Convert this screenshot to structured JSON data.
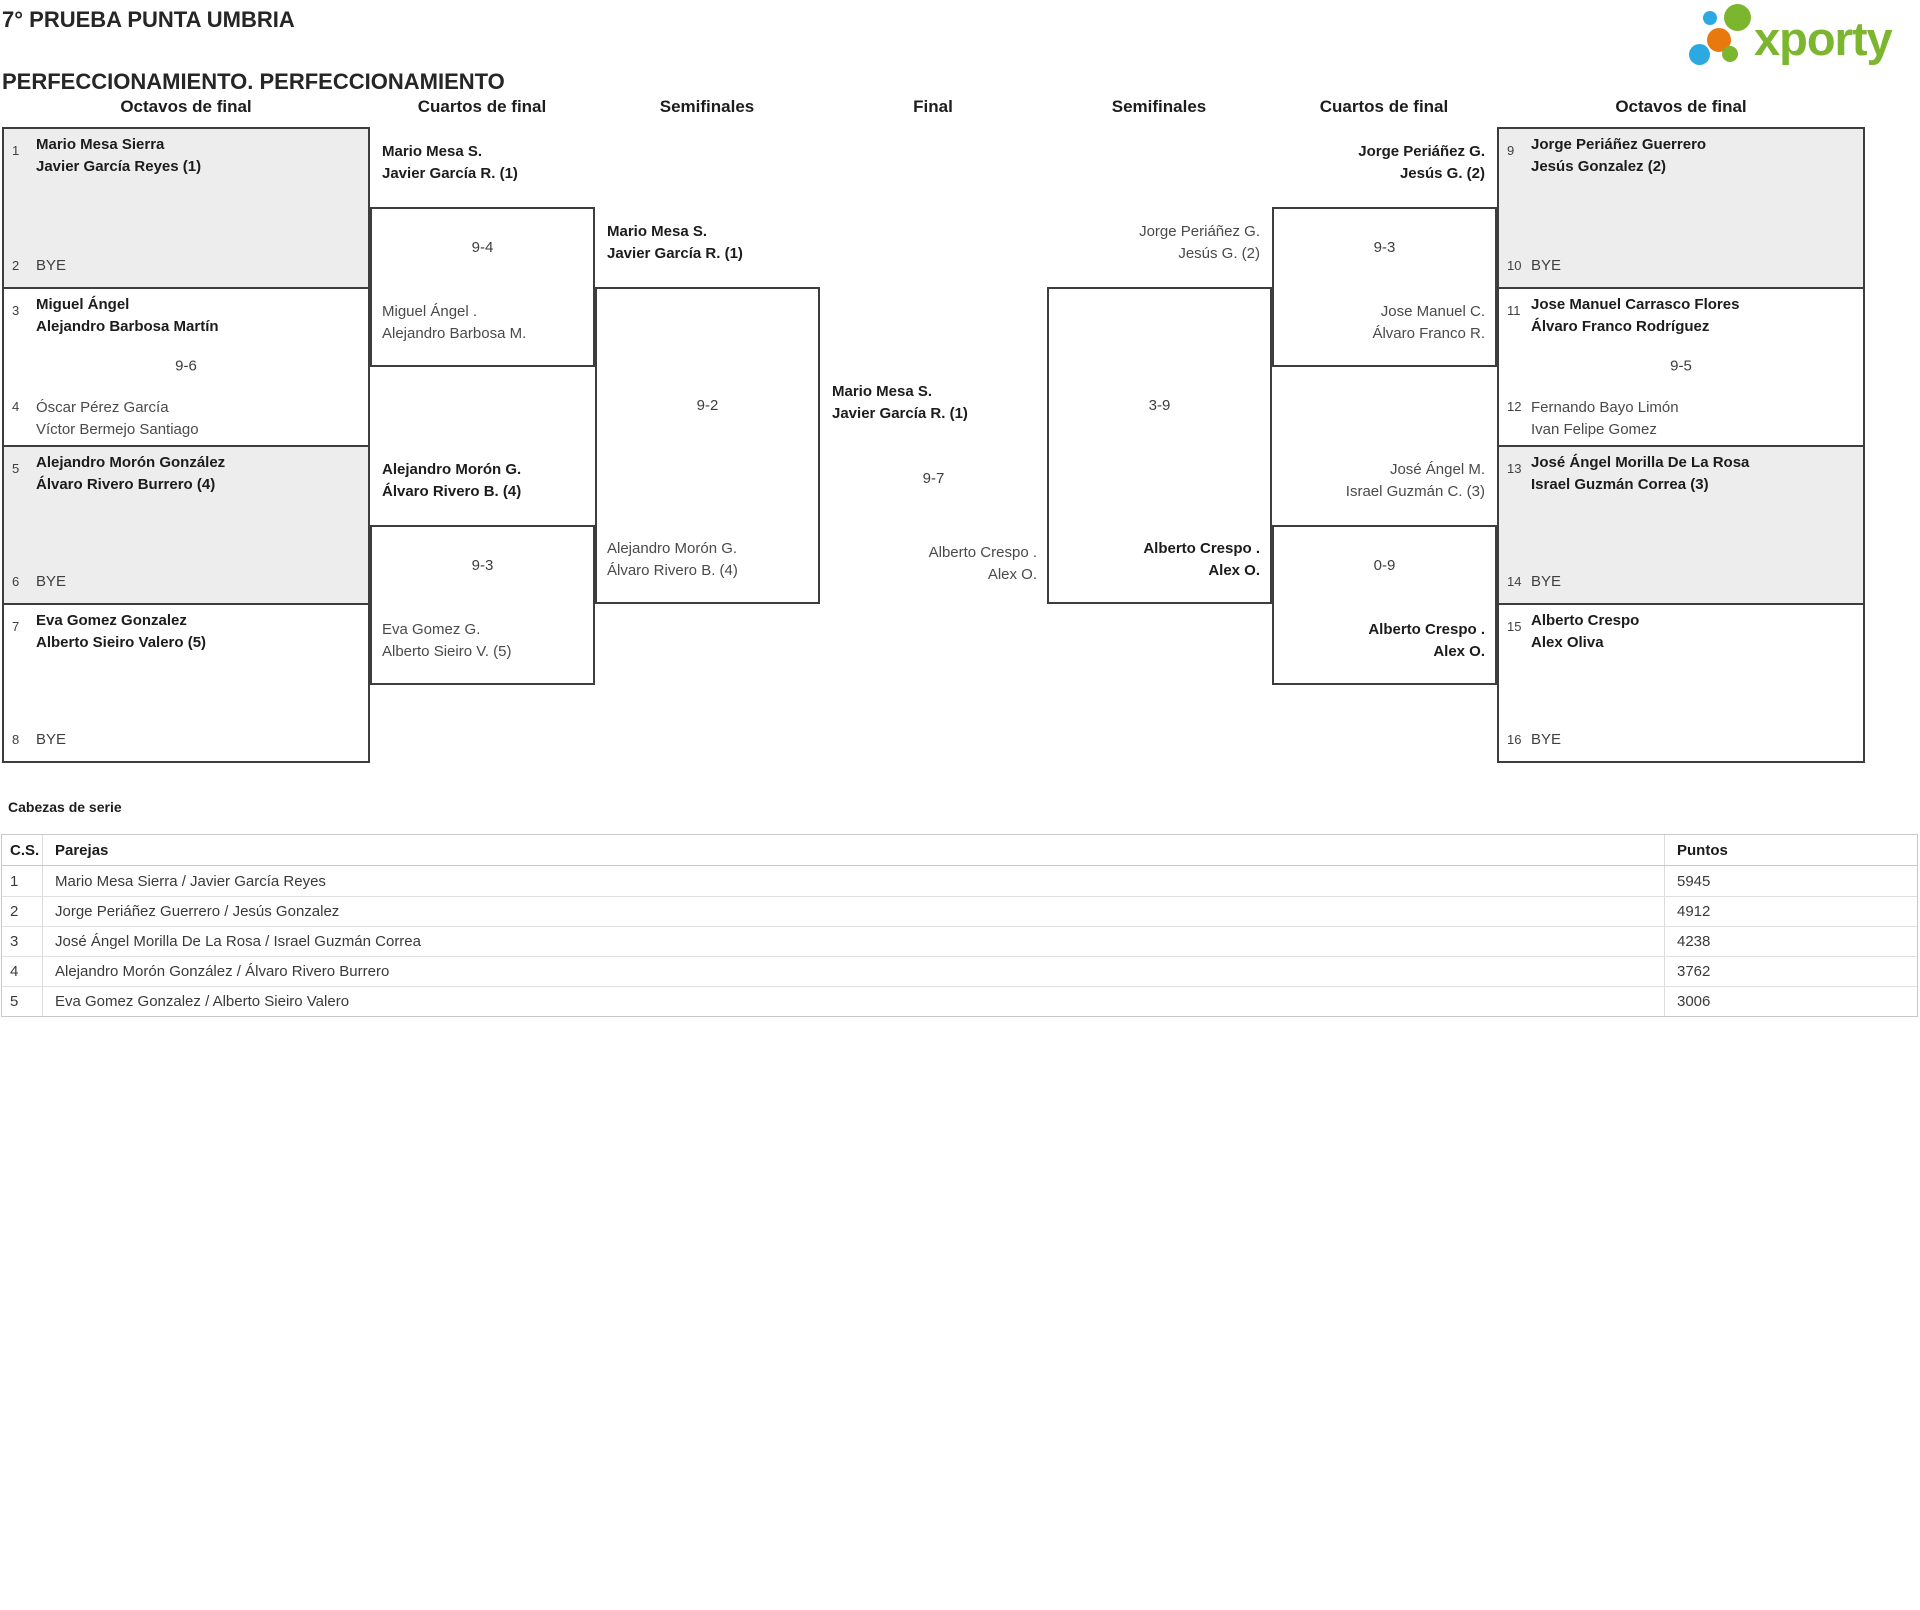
{
  "title": {
    "line1": "7° PRUEBA PUNTA UMBRIA",
    "line2": "PERFECCIONAMIENTO. PERFECCIONAMIENTO"
  },
  "logo": {
    "text": "xporty"
  },
  "colors": {
    "brand_green": "#7cb62e",
    "brand_blue": "#2ba9e0",
    "brand_orange": "#e8790f",
    "bracket_line": "#3d3d3d",
    "shaded_match": "#ededed",
    "winner_text": "#1c1c1c",
    "loser_text": "#4a4a4a"
  },
  "round_headers": [
    "Octavos de final",
    "Cuartos de final",
    "Semifinales",
    "Final",
    "Semifinales",
    "Cuartos de final",
    "Octavos de final"
  ],
  "bracket": {
    "r16_left": [
      {
        "score": "",
        "slots": [
          {
            "num": "1",
            "l1": "Mario Mesa Sierra",
            "l2": "Javier García Reyes (1)"
          },
          {
            "num": "2",
            "l1": "BYE",
            "l2": ""
          }
        ]
      },
      {
        "score": "9-6",
        "slots": [
          {
            "num": "3",
            "l1": "Miguel Ángel",
            "l2": "Alejandro Barbosa Martín"
          },
          {
            "num": "4",
            "l1": "Óscar Pérez García",
            "l2": "Víctor Bermejo Santiago"
          }
        ]
      },
      {
        "score": "",
        "slots": [
          {
            "num": "5",
            "l1": "Alejandro Morón González",
            "l2": "Álvaro Rivero Burrero (4)"
          },
          {
            "num": "6",
            "l1": "BYE",
            "l2": ""
          }
        ]
      },
      {
        "score": "",
        "slots": [
          {
            "num": "7",
            "l1": "Eva Gomez Gonzalez",
            "l2": "Alberto Sieiro Valero (5)"
          },
          {
            "num": "8",
            "l1": "BYE",
            "l2": ""
          }
        ]
      }
    ],
    "r16_right": [
      {
        "score": "",
        "slots": [
          {
            "num": "9",
            "l1": "Jorge Periáñez Guerrero",
            "l2": "Jesús Gonzalez (2)"
          },
          {
            "num": "10",
            "l1": "BYE",
            "l2": ""
          }
        ]
      },
      {
        "score": "9-5",
        "slots": [
          {
            "num": "11",
            "l1": "Jose Manuel Carrasco Flores",
            "l2": "Álvaro Franco Rodríguez"
          },
          {
            "num": "12",
            "l1": "Fernando Bayo Limón",
            "l2": "Ivan Felipe Gomez"
          }
        ]
      },
      {
        "score": "",
        "slots": [
          {
            "num": "13",
            "l1": "José Ángel Morilla De La Rosa",
            "l2": "Israel Guzmán Correa (3)"
          },
          {
            "num": "14",
            "l1": "BYE",
            "l2": ""
          }
        ]
      },
      {
        "score": "",
        "slots": [
          {
            "num": "15",
            "l1": "Alberto Crespo",
            "l2": "Alex Oliva"
          },
          {
            "num": "16",
            "l1": "BYE",
            "l2": ""
          }
        ]
      }
    ],
    "qf_left": [
      {
        "score": "9-4",
        "top": {
          "l1": "Mario Mesa S.",
          "l2": "Javier García R. (1)"
        },
        "bottom": {
          "l1": "Miguel Ángel .",
          "l2": "Alejandro Barbosa M."
        }
      },
      {
        "score": "9-3",
        "top": {
          "l1": "Alejandro Morón G.",
          "l2": "Álvaro Rivero B. (4)"
        },
        "bottom": {
          "l1": "Eva Gomez G.",
          "l2": "Alberto Sieiro V. (5)"
        }
      }
    ],
    "qf_right": [
      {
        "score": "9-3",
        "top": {
          "l1": "Jorge Periáñez G.",
          "l2": "Jesús G. (2)"
        },
        "bottom": {
          "l1": "Jose Manuel C.",
          "l2": "Álvaro Franco R."
        }
      },
      {
        "score": "0-9",
        "top": {
          "l1": "José Ángel M.",
          "l2": "Israel Guzmán C. (3)"
        },
        "bottom": {
          "l1": "Alberto Crespo .",
          "l2": "Alex O."
        }
      }
    ],
    "sf_left": {
      "score": "9-2",
      "top": {
        "l1": "Mario Mesa S.",
        "l2": "Javier García R. (1)"
      },
      "bottom": {
        "l1": "Alejandro Morón G.",
        "l2": "Álvaro Rivero B. (4)"
      }
    },
    "sf_right": {
      "score": "3-9",
      "top": {
        "l1": "Jorge Periáñez G.",
        "l2": "Jesús G. (2)"
      },
      "bottom": {
        "l1": "Alberto Crespo .",
        "l2": "Alex O."
      }
    },
    "final": {
      "score": "9-7",
      "top": {
        "l1": "Mario Mesa S.",
        "l2": "Javier García R. (1)"
      },
      "bottom": {
        "l1": "Alberto Crespo .",
        "l2": "Alex O."
      }
    }
  },
  "seeds": {
    "title": "Cabezas de serie",
    "columns": [
      "C.S.",
      "Parejas",
      "Puntos"
    ],
    "rows": [
      {
        "cs": "1",
        "pareja": "Mario Mesa Sierra / Javier García Reyes",
        "puntos": "5945"
      },
      {
        "cs": "2",
        "pareja": "Jorge Periáñez Guerrero / Jesús Gonzalez",
        "puntos": "4912"
      },
      {
        "cs": "3",
        "pareja": "José Ángel Morilla De La Rosa / Israel Guzmán Correa",
        "puntos": "4238"
      },
      {
        "cs": "4",
        "pareja": "Alejandro Morón González / Álvaro Rivero Burrero",
        "puntos": "3762"
      },
      {
        "cs": "5",
        "pareja": "Eva Gomez Gonzalez / Alberto Sieiro Valero",
        "puntos": "3006"
      }
    ]
  }
}
